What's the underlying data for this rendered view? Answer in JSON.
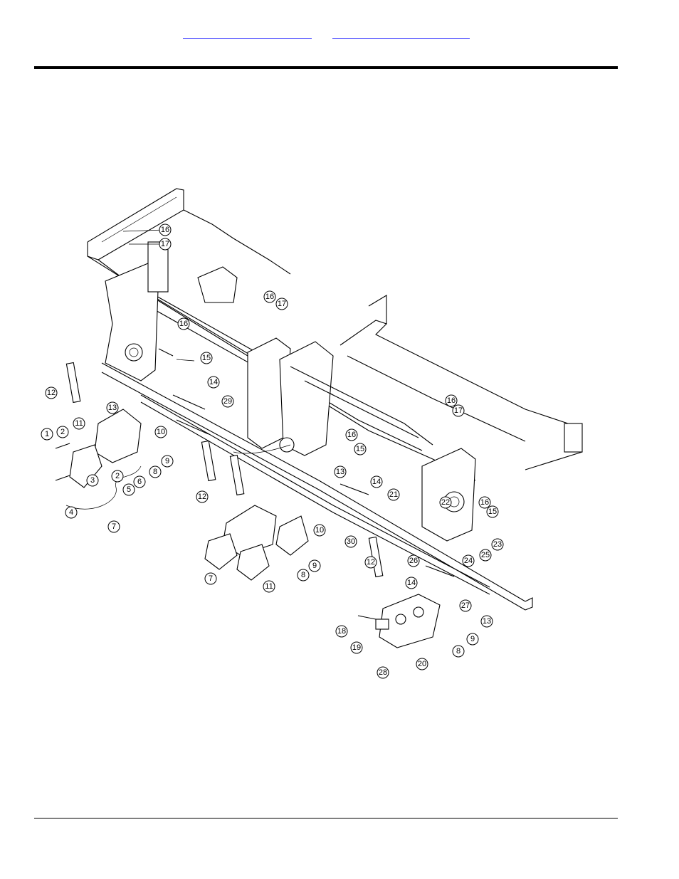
{
  "header": {
    "link_left": "",
    "link_right": ""
  },
  "diagram": {
    "callouts": [
      "1",
      "2",
      "3",
      "4",
      "5",
      "6",
      "7",
      "8",
      "9",
      "10",
      "11",
      "12",
      "13",
      "14",
      "15",
      "16",
      "17",
      "18",
      "19",
      "20",
      "21",
      "22",
      "23",
      "24",
      "25",
      "26",
      "27",
      "28",
      "29",
      "30"
    ]
  }
}
